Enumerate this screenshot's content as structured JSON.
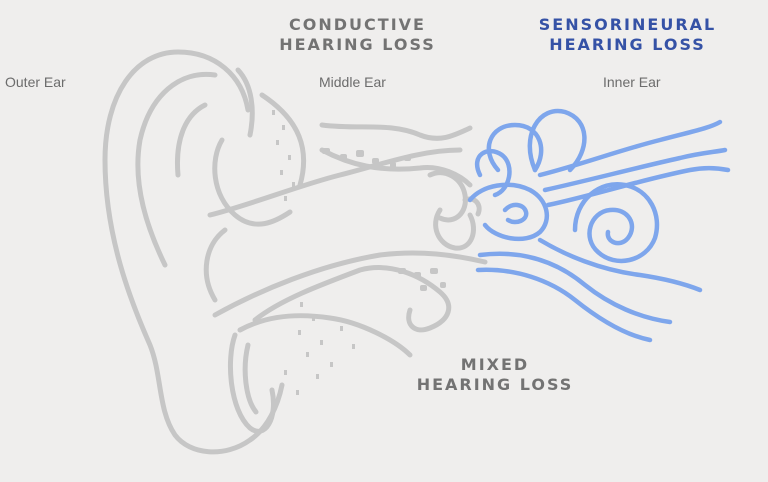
{
  "headings": {
    "conductive": {
      "line1": "CONDUCTIVE",
      "line2": "HEARING LOSS"
    },
    "sensorineural": {
      "line1": "SENSORINEURAL",
      "line2": "HEARING LOSS"
    },
    "mixed": {
      "line1": "MIXED",
      "line2": "HEARING LOSS"
    }
  },
  "regions": {
    "outer": "Outer Ear",
    "middle": "Middle Ear",
    "inner": "Inner Ear"
  },
  "colors": {
    "background": "#efeeed",
    "outline_gray": "#c4c4c4",
    "inner_blue": "#7ea6ec",
    "heading_gray": "#737373",
    "heading_blue": "#3552a6"
  }
}
